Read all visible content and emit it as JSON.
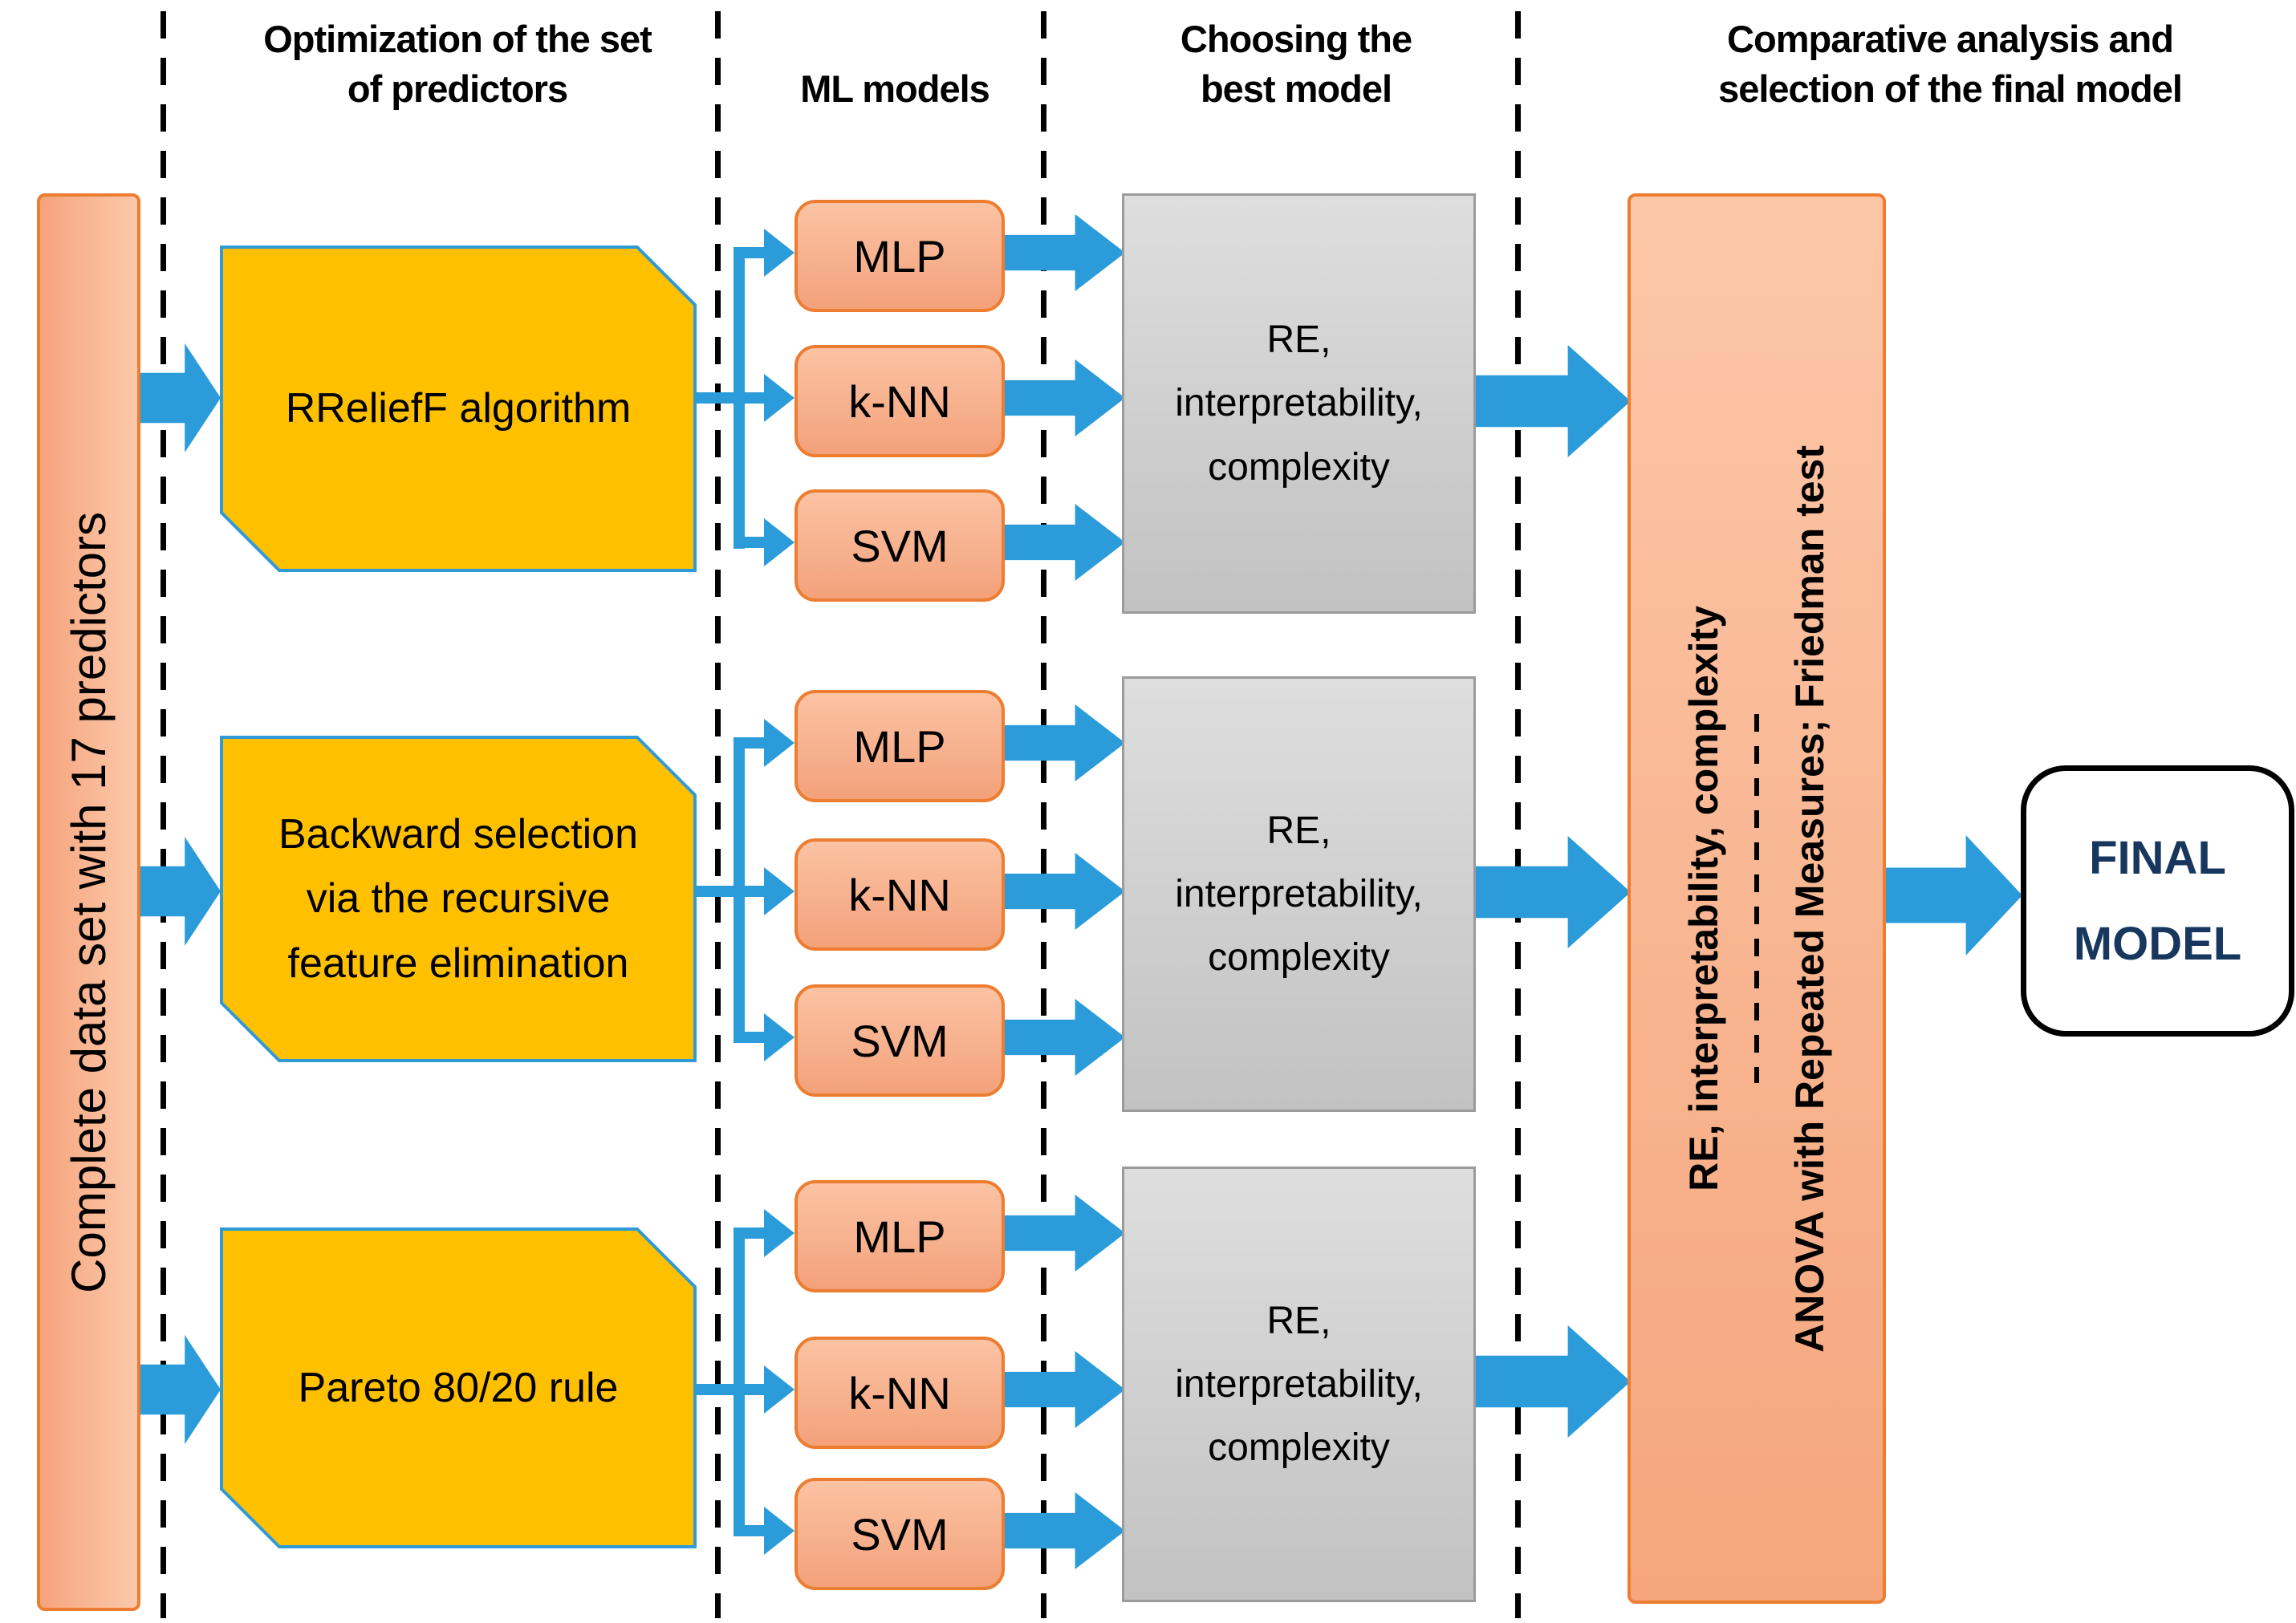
{
  "headers": {
    "optimization": "Optimization of the set\nof predictors",
    "ml_models": "ML models",
    "choosing": "Choosing the\nbest model",
    "comparative": "Comparative analysis and\nselection of the final model"
  },
  "input_bar": {
    "label": "Complete data set with 17 predictors"
  },
  "rows": [
    {
      "selector": "RReliefF algorithm",
      "models": [
        "MLP",
        "k-NN",
        "SVM"
      ],
      "evaluation": "RE,\ninterpretability,\ncomplexity"
    },
    {
      "selector": "Backward selection\nvia the recursive\nfeature elimination",
      "models": [
        "MLP",
        "k-NN",
        "SVM"
      ],
      "evaluation": "RE,\ninterpretability,\ncomplexity"
    },
    {
      "selector": "Pareto 80/20 rule",
      "models": [
        "MLP",
        "k-NN",
        "SVM"
      ],
      "evaluation": "RE,\ninterpretability,\ncomplexity"
    }
  ],
  "analysis_bar": {
    "criteria": "RE, interpretability, complexity",
    "method": "ANOVA with Repeated Measures; Friedman test"
  },
  "final_model": {
    "label": "FINAL\nMODEL"
  },
  "colors": {
    "arrow_blue": "#2B9CD9",
    "selector_yellow": "#FFC000",
    "selector_border_blue": "#2E9BD8",
    "peach_border_orange": "#ED7D31",
    "gray_fill": "#CFCFCF",
    "final_text_navy": "#17375E"
  }
}
